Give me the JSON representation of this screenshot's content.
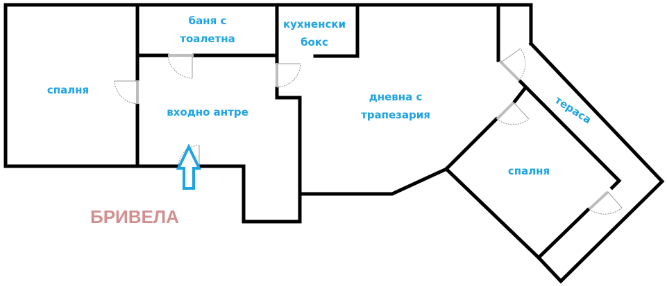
{
  "floorplan": {
    "rooms": [
      {
        "id": "bedroom-1",
        "label": "спалня"
      },
      {
        "id": "bathroom",
        "label_lines": [
          "баня с",
          "тоалетна"
        ]
      },
      {
        "id": "kitchenette",
        "label_lines": [
          "кухненски",
          "бокс"
        ]
      },
      {
        "id": "entrance-hall",
        "label": "входно антре"
      },
      {
        "id": "living-dining",
        "label_lines": [
          "дневна с",
          "трапезария"
        ]
      },
      {
        "id": "bedroom-2",
        "label": "спалня"
      },
      {
        "id": "terrace",
        "label": "тераса"
      }
    ],
    "street_label": "БРИВЕЛА",
    "entry_arrow": "up-arrow-entrance",
    "colors": {
      "wall": "#000000",
      "room_label": "#1ea3e3",
      "street_label": "#d28f8f",
      "arrow": "#1ea3e3"
    }
  }
}
